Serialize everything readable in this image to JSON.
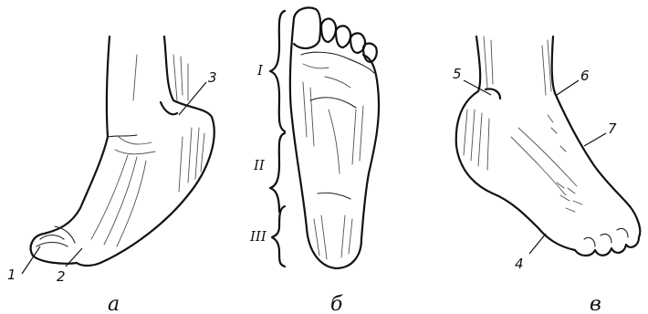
{
  "panels": {
    "a": {
      "caption": "а",
      "callouts": [
        "1",
        "2",
        "3"
      ]
    },
    "b": {
      "caption": "б",
      "regions": [
        "I",
        "II",
        "III"
      ]
    },
    "c": {
      "caption": "в",
      "callouts": [
        "4",
        "5",
        "6",
        "7"
      ]
    }
  }
}
